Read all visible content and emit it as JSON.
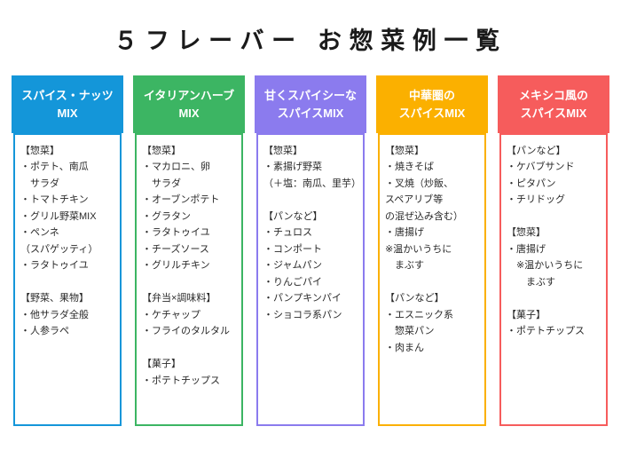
{
  "page": {
    "title": "５フレーバー お惣菜例一覧"
  },
  "columns": [
    {
      "id": "spice-nuts-mix",
      "header": "スパイス・ナッツ\nMIX",
      "color": "#1496d9",
      "body": "【惣菜】\n・ポテト、南瓜\n　サラダ\n・トマトチキン\n・グリル野菜MIX\n・ペンネ\n（スパゲッティ）\n・ラタトゥイユ\n\n【野菜、果物】\n・他サラダ全般\n・人参ラペ"
    },
    {
      "id": "italian-herb-mix",
      "header": "イタリアンハーブ\nMIX",
      "color": "#3cb563",
      "body": "【惣菜】\n・マカロニ、卵\n　サラダ\n・オーブンポテト\n・グラタン\n・ラタトゥイユ\n・チーズソース\n・グリルチキン\n\n【弁当×調味料】\n・ケチャップ\n・フライのタルタル\n\n【菓子】\n・ポテトチップス"
    },
    {
      "id": "sweet-spicy-mix",
      "header": "甘くスパイシーな\nスパイスMIX",
      "color": "#8b7bee",
      "body": "【惣菜】\n・素揚げ野菜\n（＋塩：南瓜、里芋）\n\n【パンなど】\n・チュロス\n・コンポート\n・ジャムパン\n・りんごパイ\n・パンプキンパイ\n・ショコラ系パン"
    },
    {
      "id": "chinese-spice-mix",
      "header": "中華圏の\nスパイスMIX",
      "color": "#fbb000",
      "body": "【惣菜】\n・焼きそば\n・叉焼（炒飯、\nスペアリブ等\nの混ぜ込み含む）\n・唐揚げ\n※温かいうちに\n　まぶす\n\n【パンなど】\n・エスニック系\n　惣菜パン\n・肉まん"
    },
    {
      "id": "mexican-spice-mix",
      "header": "メキシコ風の\nスパイスMIX",
      "color": "#f65c5c",
      "body": "【パンなど】\n・ケバブサンド\n・ピタパン\n・チリドッグ\n\n【惣菜】\n・唐揚げ\n　※温かいうちに\n　　まぶす\n\n【菓子】\n・ポテトチップス"
    }
  ]
}
